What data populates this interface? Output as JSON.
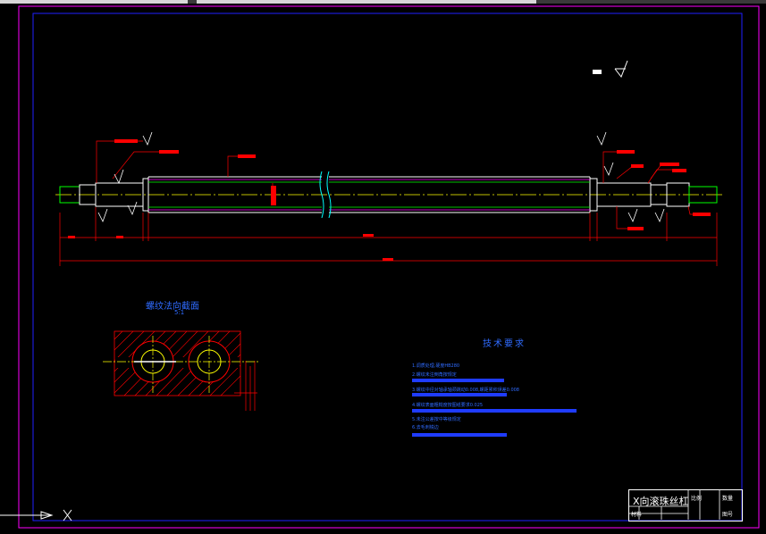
{
  "drawing": {
    "section_view_title": "螺纹法向截面",
    "section_view_scale": "5:1",
    "tech_notes_title": "技术要求",
    "tech_notes": [
      "1.调质处理,硬度HB280",
      "2.螺纹未注倒角按规定",
      "",
      "3.螺纹中径对轴承轴颈跳动0.008,螺距累积误差0.008",
      "",
      "4.螺纹表面粗糙度按图纸要求0.025",
      "",
      "5.未注公差按中等级规定",
      "6.去毛刺锐边"
    ],
    "title_block": {
      "part_name": "X向滚珠丝杠",
      "cells": [
        "比例",
        "数量",
        "材料",
        "图号"
      ]
    }
  },
  "colors": {
    "frame": "#ff00ff",
    "border": "#2020ff",
    "outline": "#ffffff",
    "centerline": "#ffff00",
    "dimension": "#ff0000",
    "note_text": "#2f6bff",
    "note_bar": "#1f3cff",
    "section_hatch": "#ff0000",
    "section_circle": "#ffff00"
  },
  "icons": {
    "ucs": "ucs-axis-icon",
    "roughness": "surface-roughness-icon"
  }
}
